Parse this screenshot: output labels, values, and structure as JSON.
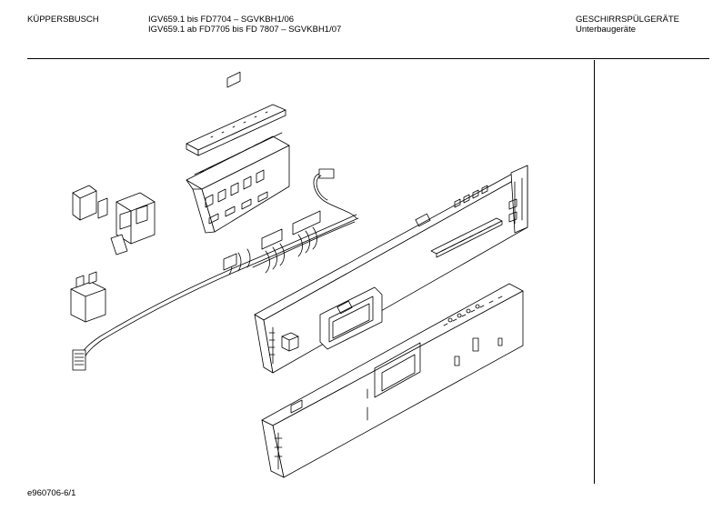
{
  "header": {
    "brand": "KÜPPERSBUSCH",
    "model_line_1": "IGV659.1 bis FD7704 – SGVKBH1/06",
    "model_line_2": "IGV659.1 ab FD7705 bis FD 7807 – SGVKBH1/07",
    "category_line_1": "GESCHIRRSPÜLGERÄTE",
    "category_line_2": "Unterbaugeräte"
  },
  "footer": {
    "document_ref": "e960706-6/1"
  },
  "colors": {
    "ink": "#000000",
    "paper": "#ffffff"
  }
}
